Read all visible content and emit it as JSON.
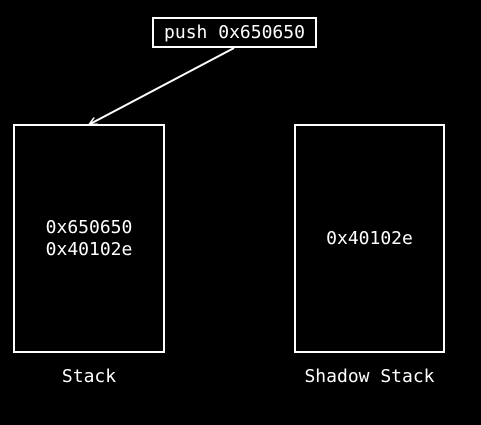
{
  "instruction": {
    "label": "push 0x650650"
  },
  "stack": {
    "entries": [
      "0x650650",
      "0x40102e"
    ],
    "caption": "Stack"
  },
  "shadow_stack": {
    "entries": [
      "0x40102e"
    ],
    "caption": "Shadow Stack"
  },
  "colors": {
    "background": "#000000",
    "foreground": "#ffffff"
  }
}
